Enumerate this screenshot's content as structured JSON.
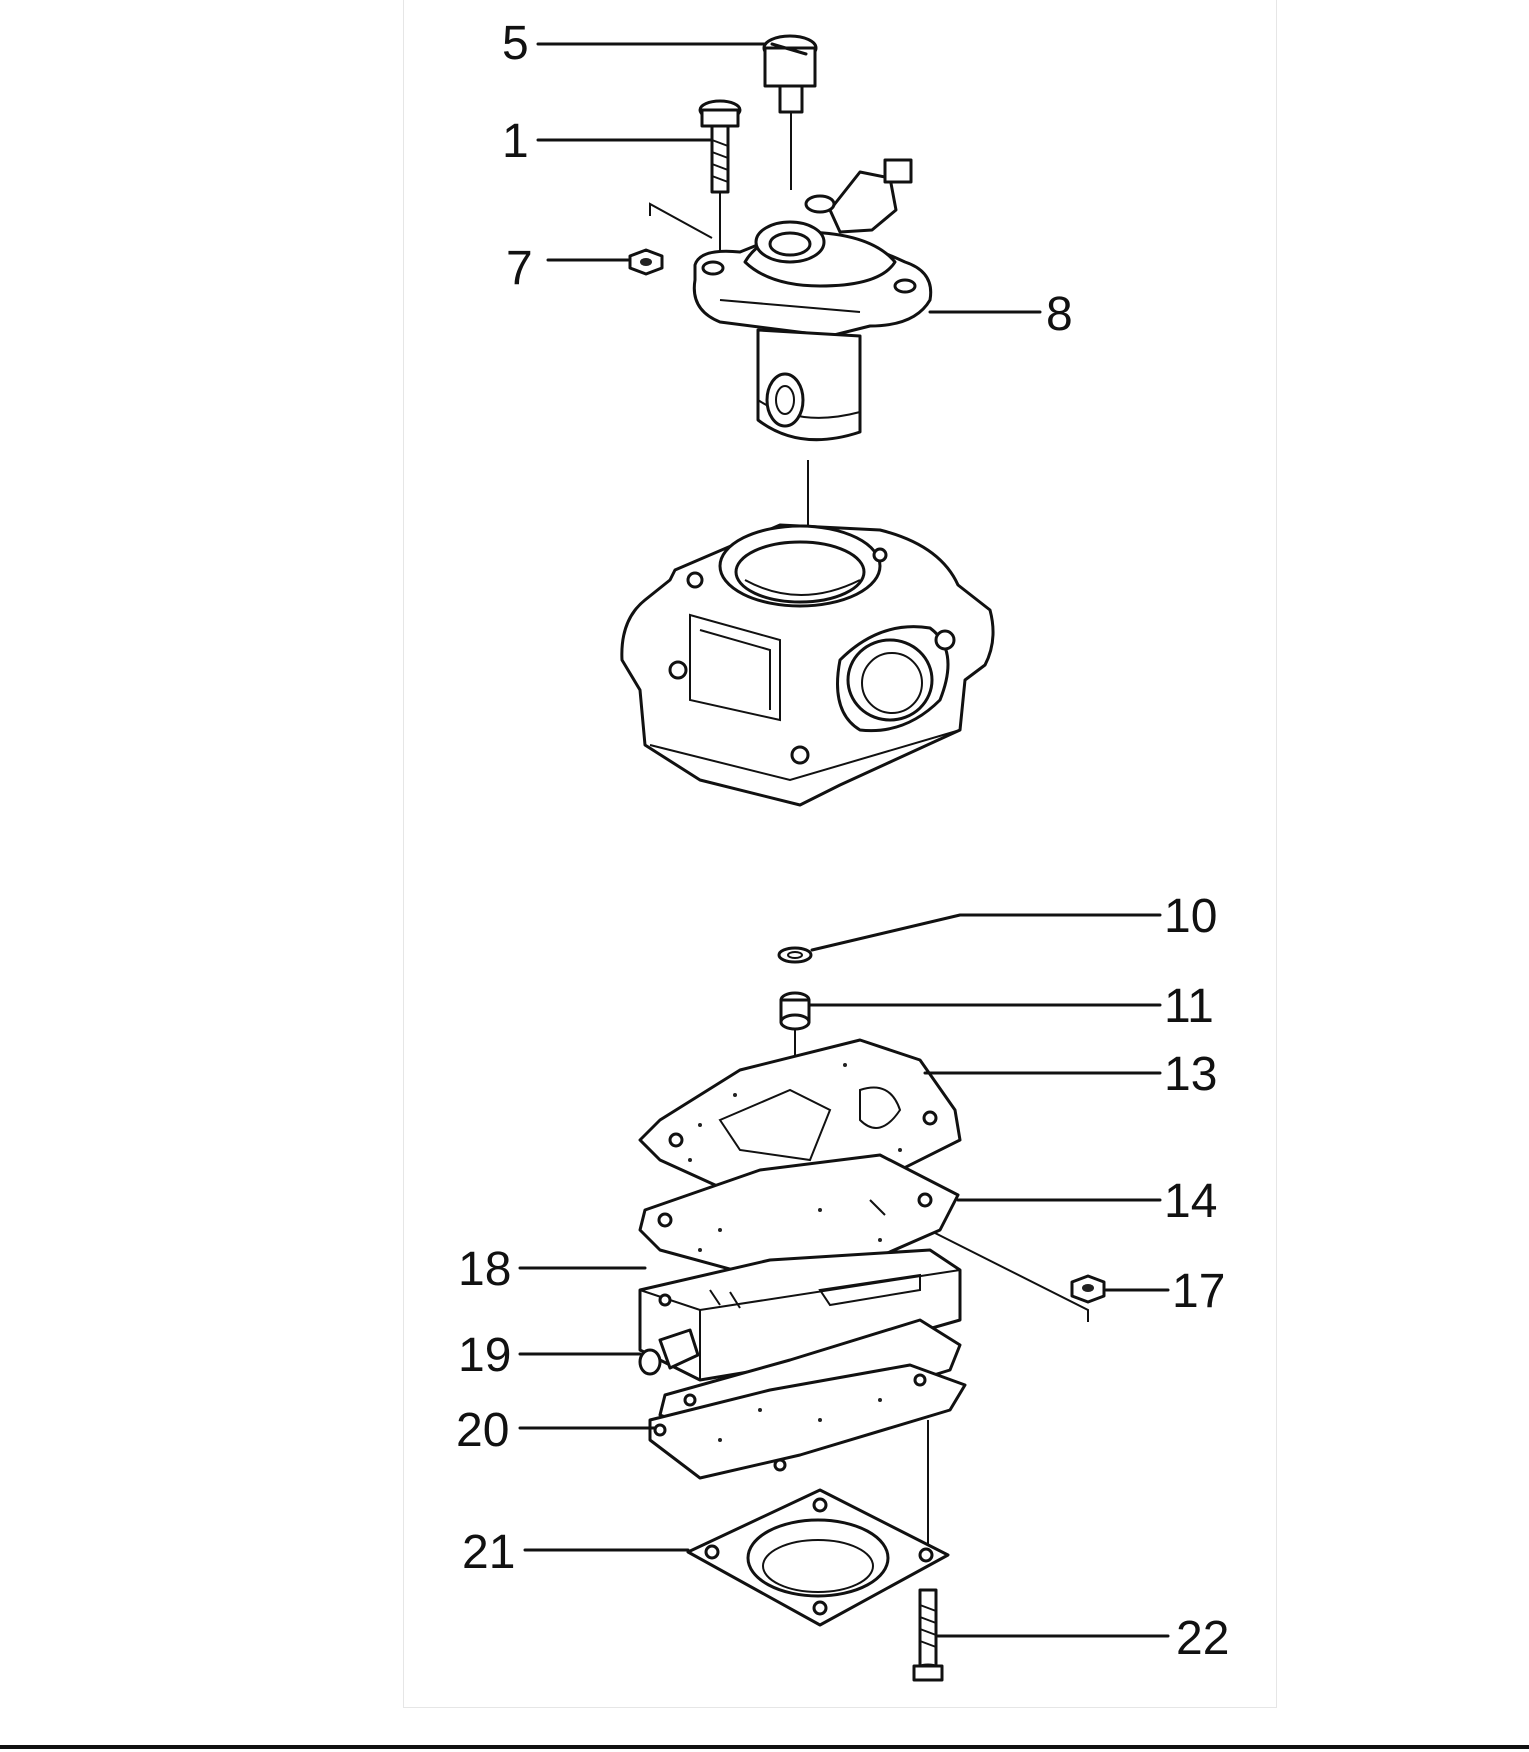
{
  "callouts": [
    "5",
    "1",
    "7",
    "8",
    "10",
    "11",
    "13",
    "14",
    "17",
    "18",
    "19",
    "20",
    "21",
    "22"
  ],
  "colors": {
    "line": "#111111",
    "background": "#ffffff",
    "frame": "#e6e6e6"
  }
}
